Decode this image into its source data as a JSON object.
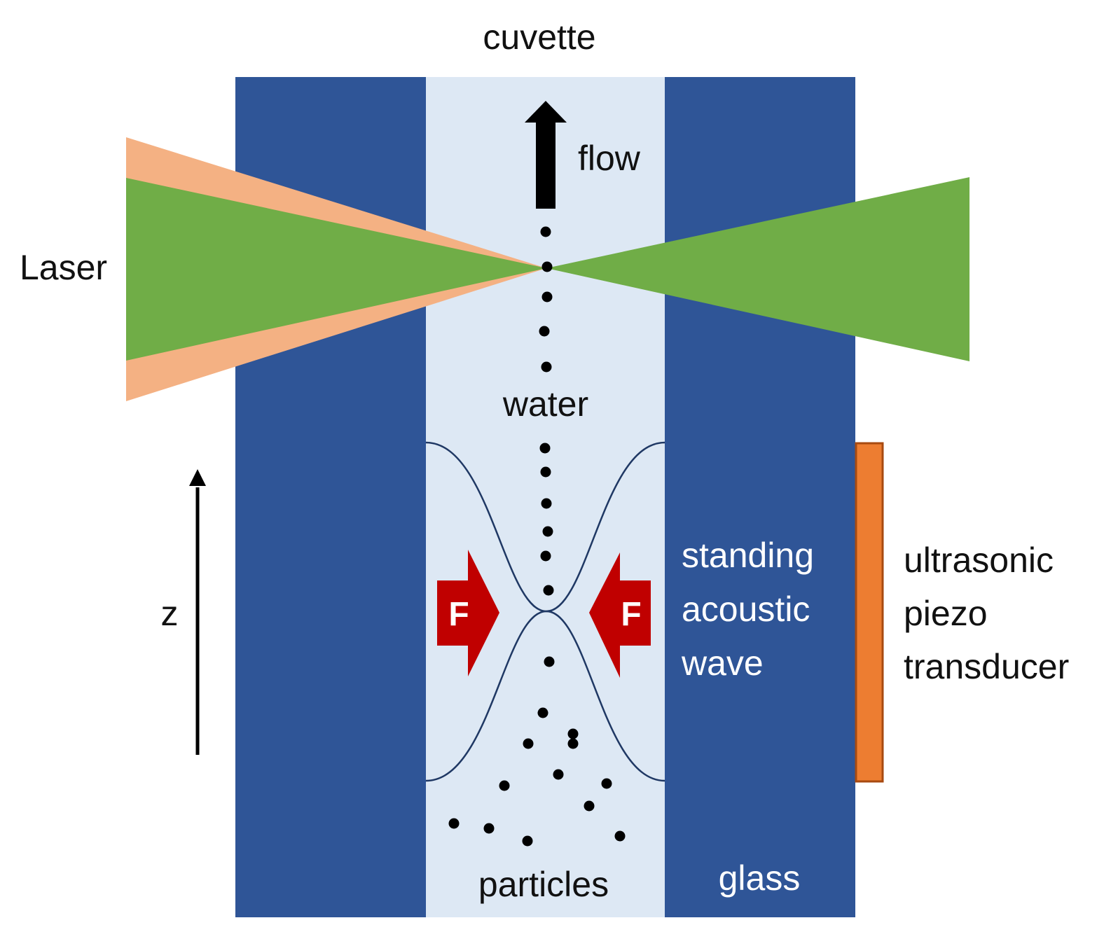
{
  "labels": {
    "cuvette": "cuvette",
    "flow": "flow",
    "laser": "Laser",
    "water": "water",
    "z_axis": "z",
    "wave_line1": "standing",
    "wave_line2": "acoustic",
    "wave_line3": "wave",
    "transducer_line1": "ultrasonic",
    "transducer_line2": "piezo",
    "transducer_line3": "transducer",
    "force_left": "F",
    "force_right": "F",
    "particles": "particles",
    "glass": "glass"
  },
  "colors": {
    "glass": "#2F5597",
    "water": "#DDE8F4",
    "laser_green": "#70AD47",
    "laser_orange": "#F4B183",
    "transducer": "#ED7D31",
    "transducer_border": "#A84A10",
    "force_arrow": "#C00000",
    "wave_curve": "#1F3864",
    "particle": "#000000",
    "arrow": "#000000"
  }
}
